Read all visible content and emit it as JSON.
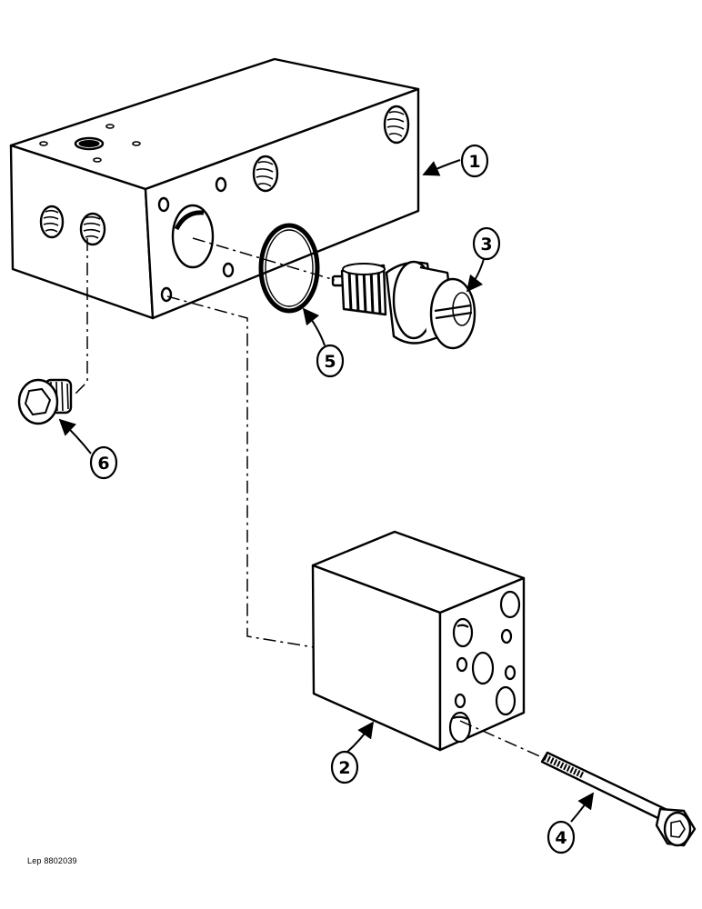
{
  "callouts": [
    {
      "id": "1",
      "label": "1"
    },
    {
      "id": "2",
      "label": "2"
    },
    {
      "id": "3",
      "label": "3"
    },
    {
      "id": "4",
      "label": "4"
    },
    {
      "id": "5",
      "label": "5"
    },
    {
      "id": "6",
      "label": "6"
    }
  ],
  "drawing_reference": "Lep 8802039",
  "colors": {
    "ink": "#000000",
    "paper": "#ffffff"
  }
}
